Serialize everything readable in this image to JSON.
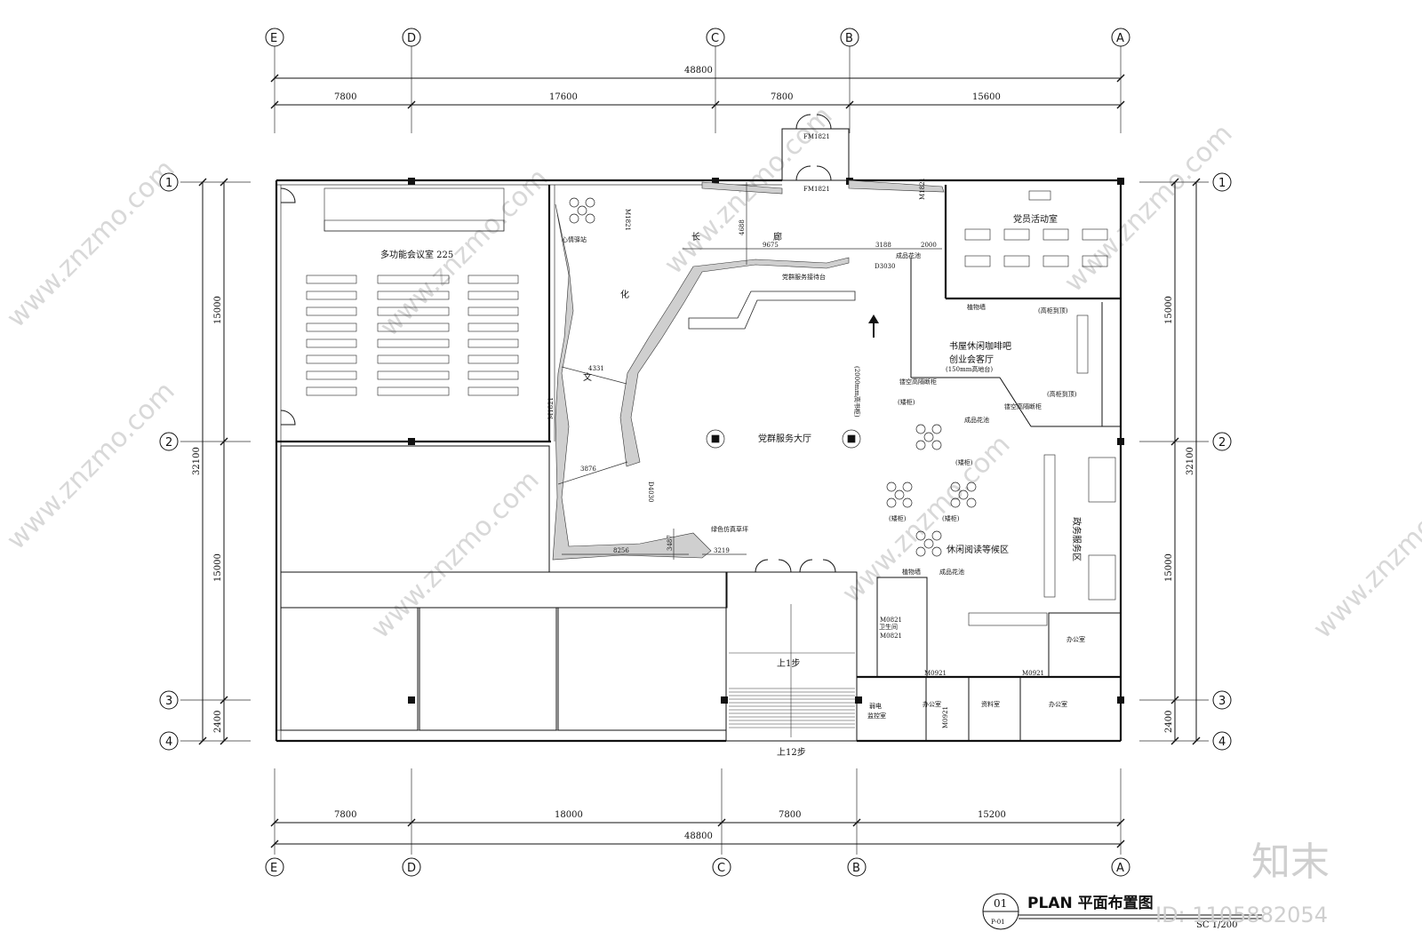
{
  "watermarks": {
    "site": "www.znzmo.com",
    "brand_logo": "知末",
    "id_label": "ID: 1105882054"
  },
  "grid": {
    "cols_top": [
      "E",
      "D",
      "C",
      "B",
      "A"
    ],
    "cols_bottom": [
      "E",
      "D",
      "C",
      "B",
      "A"
    ],
    "rows_left": [
      "1",
      "2",
      "3",
      "4"
    ],
    "rows_right": [
      "1",
      "2",
      "3",
      "4"
    ]
  },
  "dims": {
    "top_total": "48800",
    "top_segments": [
      "7800",
      "17600",
      "7800",
      "15600"
    ],
    "bottom_total": "48800",
    "bottom_segments": [
      "7800",
      "18000",
      "7800",
      "15200"
    ],
    "left_total": "32100",
    "left_segments": [
      "15000",
      "15000",
      "2400"
    ],
    "right_total": "32100",
    "right_segments": [
      "15000",
      "15000",
      "2400"
    ]
  },
  "internal_dims": {
    "d4688": "4688",
    "d9675": "9675",
    "d3188": "3188",
    "d2000": "2000",
    "d4331": "4331",
    "d3876": "3876",
    "d8256": "8256",
    "d3487": "3487",
    "d3219": "3219"
  },
  "rooms": {
    "conference": "多功能会议室 225",
    "heart_station": "心情驿站",
    "party_room": "党员活动室",
    "reception": "党群服务接待台",
    "hall": "党群服务大厅",
    "bookbar_1": "书屋休闲咖啡吧",
    "bookbar_2": "创业会客厅",
    "bookbar_3": "(150mm高地台)",
    "reading": "休闲阅读等候区",
    "service_area": "政务服务区",
    "office_1": "办公室",
    "office_2": "办公室",
    "office_3": "办公室",
    "archive": "资料室",
    "monitor_1": "弱电",
    "monitor_2": "监控室",
    "toilet": "卫生间",
    "steps_up_1": "上1步",
    "steps_up_12": "上12步"
  },
  "corridor": {
    "c1": "长",
    "c2": "廊",
    "c3": "化",
    "c4": "文"
  },
  "doors": {
    "fm1821_a": "FM1821",
    "fm1821_b": "FM1821",
    "m1821_a": "M1821",
    "m1821_b": "M1821",
    "m1821_c": "M1821",
    "d3030": "D3030",
    "d4030": "D4030",
    "m0921_a": "M0921",
    "m0921_b": "M0921",
    "m0921_c": "M0921",
    "m0821_a": "M0821",
    "m0821_b": "M0821"
  },
  "notes": {
    "flower_box_1": "成品花池",
    "flower_box_2": "成品花池",
    "flower_box_3": "成品花池",
    "plant_wall_1": "植物墙",
    "plant_wall_2": "植物墙",
    "hollow_partition_1": "镂空高隔断柜",
    "hollow_partition_2": "镂空高隔断柜",
    "high_cabinet_1": "(高柜到顶)",
    "high_cabinet_2": "(高柜到顶)",
    "low_cabinet_1": "(矮柜)",
    "low_cabinet_2": "(矮柜)",
    "low_cabinet_3": "(矮柜)",
    "low_cabinet_4": "(矮柜)",
    "high_partition": "(2000mm高书柜)",
    "grass": "绿色仿真草坪"
  },
  "title": {
    "number": "01",
    "sheet": "P-01",
    "name": "PLAN  平面布置图",
    "scale": "SC 1/200"
  }
}
